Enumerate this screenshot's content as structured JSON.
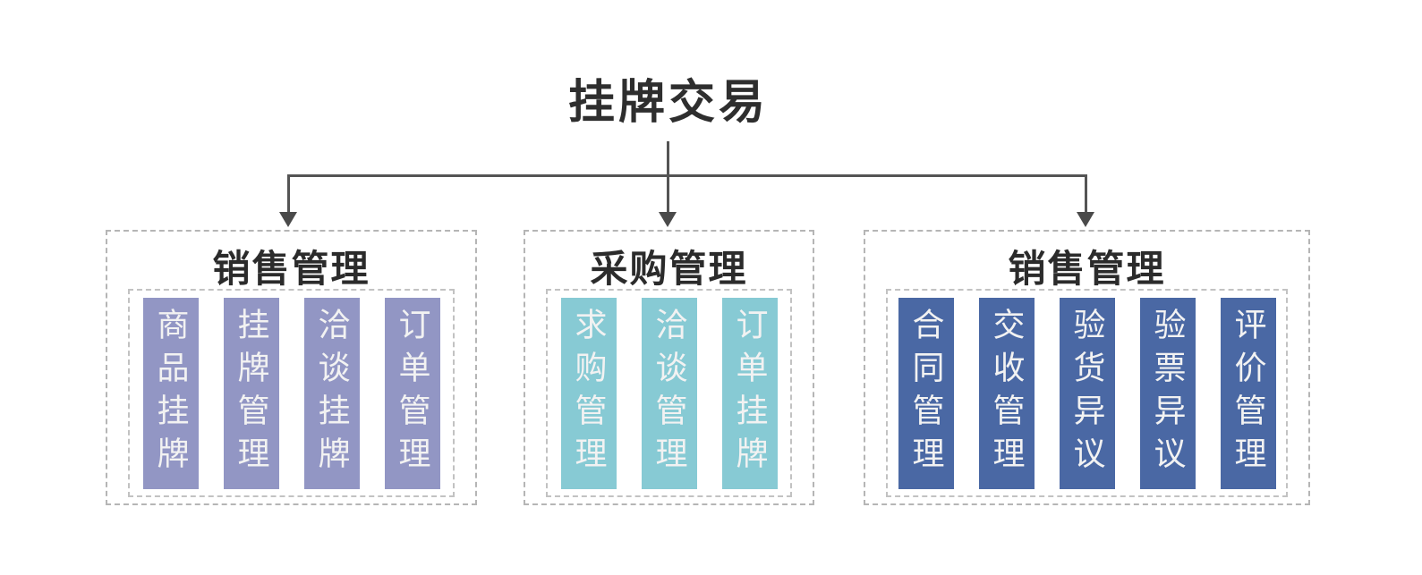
{
  "title": "挂牌交易",
  "groups": [
    {
      "name": "销售管理",
      "color": "#9296c4",
      "items": [
        "商品挂牌",
        "挂牌管理",
        "洽谈挂牌",
        "订单管理"
      ]
    },
    {
      "name": "采购管理",
      "color": "#87cad4",
      "items": [
        "求购管理",
        "洽谈管理",
        "订单挂牌"
      ]
    },
    {
      "name": "销售管理",
      "color": "#4a68a4",
      "items": [
        "合同管理",
        "交收管理",
        "验货异议",
        "验票异议",
        "评价管理"
      ]
    }
  ],
  "colors": {
    "background": "#ffffff",
    "main_title_text": "#2e2e2e",
    "group_title_text": "#2b2b2b",
    "item_text": "#f2f2f2",
    "connector_line": "#545454",
    "dashed_border": "#b5b5b5",
    "group1_fill": "#9296c4",
    "group2_fill": "#87cad4",
    "group3_fill": "#4a68a4"
  }
}
